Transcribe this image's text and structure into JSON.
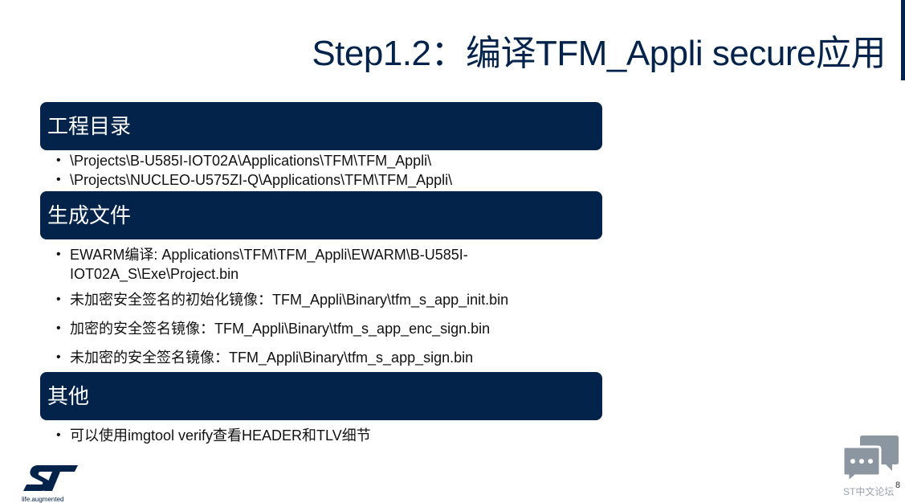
{
  "slide": {
    "title": "Step1.2：编译TFM_Appli secure应用",
    "page_number": "8"
  },
  "sections": [
    {
      "header": "工程目录",
      "items": [
        "\\Projects\\B-U585I-IOT02A\\Applications\\TFM\\TFM_Appli\\",
        "\\Projects\\NUCLEO-U575ZI-Q\\Applications\\TFM\\TFM_Appli\\"
      ]
    },
    {
      "header": "生成文件",
      "items": [
        "EWARM编译: Applications\\TFM\\TFM_Appli\\EWARM\\B-U585I-IOT02A_S\\Exe\\Project.bin",
        "未加密安全签名的初始化镜像：TFM_Appli\\Binary\\tfm_s_app_init.bin",
        "加密的安全签名镜像：TFM_Appli\\Binary\\tfm_s_app_enc_sign.bin",
        "未加密的安全签名镜像：TFM_Appli\\Binary\\tfm_s_app_sign.bin"
      ]
    },
    {
      "header": "其他",
      "items": [
        "可以使用imgtool verify查看HEADER和TLV细节"
      ]
    }
  ],
  "branding": {
    "tagline": "life.augmented",
    "forum_label": "ST中文论坛",
    "logo_icon": "st-logo-icon",
    "forum_icon": "chat-bubbles-icon"
  },
  "colors": {
    "primary": "#03234b",
    "forum_icon": "#8c96a0"
  }
}
